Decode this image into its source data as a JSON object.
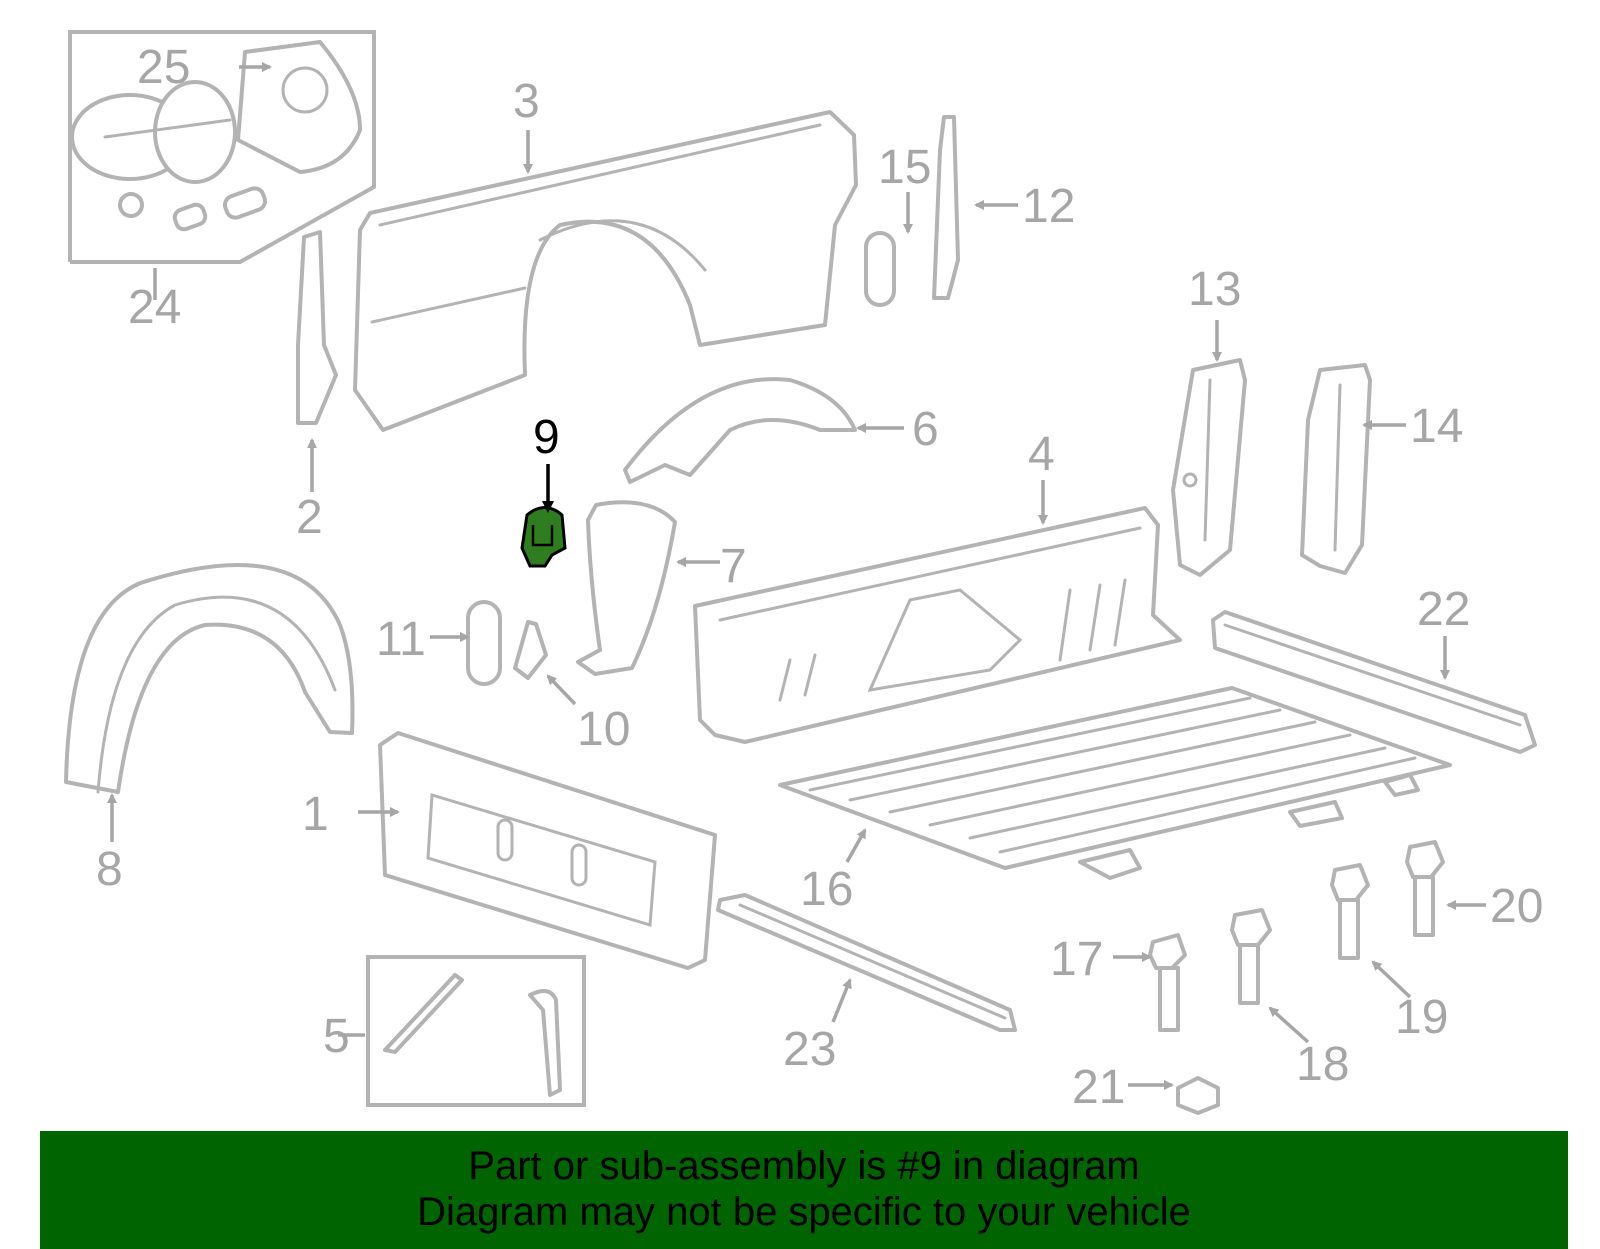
{
  "highlight_color": "#006400",
  "callouts": {
    "c1": "1",
    "c2": "2",
    "c3": "3",
    "c4": "4",
    "c5": "5",
    "c6": "6",
    "c7": "7",
    "c8": "8",
    "c9": "9",
    "c10": "10",
    "c11": "11",
    "c12": "12",
    "c13": "13",
    "c14": "14",
    "c15": "15",
    "c16": "16",
    "c17": "17",
    "c18": "18",
    "c19": "19",
    "c20": "20",
    "c21": "21",
    "c22": "22",
    "c23": "23",
    "c24": "24",
    "c25": "25"
  },
  "banner": {
    "line1": "Part or sub-assembly is #9 in diagram",
    "line2": "Diagram may not be specific to your vehicle"
  }
}
